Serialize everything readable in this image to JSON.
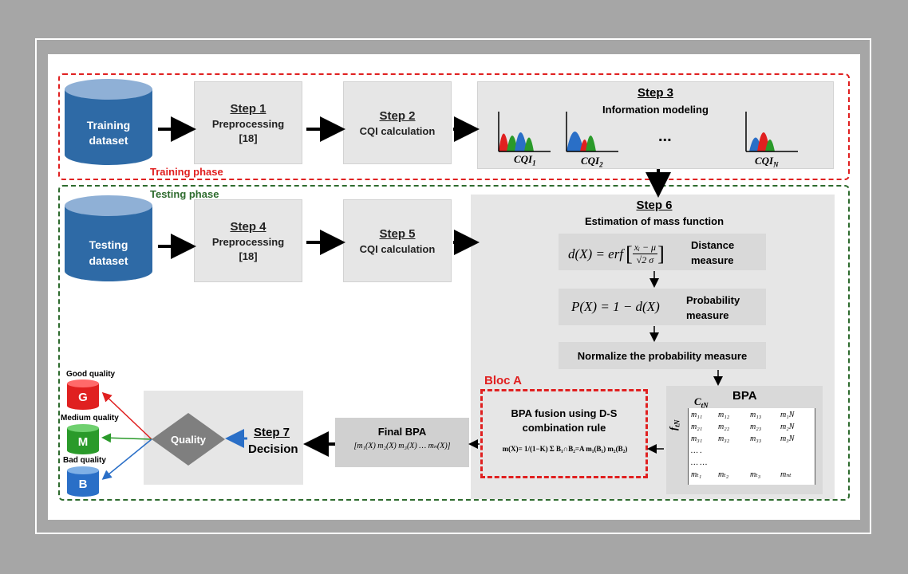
{
  "training": {
    "phase_label": "Training phase",
    "dataset": [
      "Training",
      "dataset"
    ],
    "step1": {
      "title": "Step 1",
      "l1": "Preprocessing",
      "l2": "[18]"
    },
    "step2": {
      "title": "Step 2",
      "l1": "CQI calculation"
    },
    "step3": {
      "title": "Step 3",
      "l1": "Information modeling",
      "ellipsis": "...",
      "cqi1": "CQI",
      "cqi1_sub": "1",
      "cqi2": "CQI",
      "cqi2_sub": "2",
      "cqiN": "CQI",
      "cqiN_sub": "N"
    }
  },
  "testing": {
    "phase_label": "Testing phase",
    "dataset": [
      "Testing",
      "dataset"
    ],
    "step4": {
      "title": "Step 4",
      "l1": "Preprocessing",
      "l2": "[18]"
    },
    "step5": {
      "title": "Step 5",
      "l1": "CQI calculation"
    },
    "step6": {
      "title": "Step 6",
      "l1": "Estimation of mass function"
    },
    "distance": {
      "formula_lhs": "d(X) = erf",
      "num": "xᵢ − μ",
      "den": "√2 σ",
      "label1": "Distance",
      "label2": "measure"
    },
    "probability": {
      "formula": "P(X) = 1 − d(X)",
      "label1": "Probability",
      "label2": "measure"
    },
    "normalize": "Normalize the probability measure",
    "bpa": {
      "title": "BPA",
      "col_label": "C",
      "col_sub": "tN",
      "row_label": "f",
      "row_sub": "tN",
      "rows": [
        [
          "m₁₁",
          "m₁₂",
          "m₁₃",
          "m₁N"
        ],
        [
          "m₂₁",
          "m₂₂",
          "m₂₃",
          "m₂N"
        ],
        [
          "m₃₁",
          "m₃₂",
          "m₃₃",
          "m₃N"
        ],
        [
          "… .",
          "",
          "",
          ""
        ],
        [
          "… …",
          "",
          "",
          ""
        ],
        [
          "mₜ₁",
          "mₜ₂",
          "mₜ₃",
          "mₙₜ"
        ]
      ]
    },
    "bloc_a": {
      "label": "Bloc A",
      "l1": "BPA fusion using D-S",
      "l2": "combination rule",
      "formula": "m(X)= 1/(1−K) Σ B₁∩B₂=A m₁(B₁) m₂(B₂)"
    },
    "final_bpa": {
      "title": "Final BPA",
      "formula": "[m₁(X)  m₂(X)  m₃(X)  … mₙ(X)]"
    },
    "step7": {
      "title": "Step 7",
      "l1": "Decision"
    },
    "quality": "Quality",
    "outcomes": [
      {
        "label": "Good quality",
        "letter": "G",
        "color": "#e02020"
      },
      {
        "label": "Medium quality",
        "letter": "M",
        "color": "#2a9a2a"
      },
      {
        "label": "Bad quality",
        "letter": "B",
        "color": "#2a6fc7"
      }
    ]
  }
}
